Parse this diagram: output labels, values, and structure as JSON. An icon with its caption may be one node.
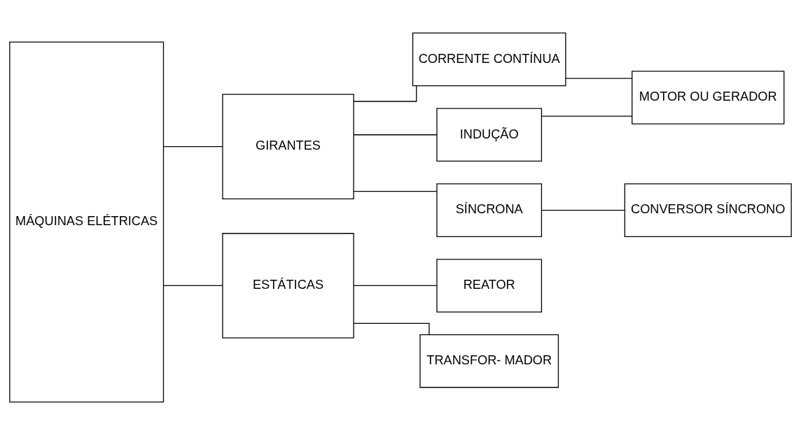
{
  "diagram": {
    "nodes": [
      {
        "text": [
          "MÁQUINAS ELÉTRICAS"
        ]
      },
      {
        "text": [
          "GIRANTES"
        ]
      },
      {
        "text": [
          "ESTÁTICAS"
        ]
      },
      {
        "text": [
          "CORRENTE CONTÍNUA"
        ]
      },
      {
        "text": [
          "INDUÇÃO"
        ]
      },
      {
        "text": [
          "SÍNCRONA"
        ]
      },
      {
        "text": [
          "MOTOR OU GERADOR"
        ]
      },
      {
        "text": [
          "CONVERSOR SÍNCRONO"
        ]
      },
      {
        "text": [
          "REATOR"
        ]
      },
      {
        "text": [
          "TRANSFOR- MADOR"
        ]
      }
    ],
    "edges": [
      {
        "from": 0,
        "to": 1,
        "arrow": "none"
      },
      {
        "from": 0,
        "to": 2,
        "arrow": "none"
      },
      {
        "from": 1,
        "to": 3,
        "arrow": "none"
      },
      {
        "from": 1,
        "to": 4,
        "arrow": "none"
      },
      {
        "from": 1,
        "to": 5,
        "arrow": "none"
      },
      {
        "from": 3,
        "to": 6,
        "arrow": "none"
      },
      {
        "from": 4,
        "to": 6,
        "arrow": "none"
      },
      {
        "from": 5,
        "to": 7,
        "arrow": "none"
      },
      {
        "from": 2,
        "to": 8,
        "arrow": "none"
      },
      {
        "from": 2,
        "to": 9,
        "arrow": "none"
      }
    ]
  }
}
